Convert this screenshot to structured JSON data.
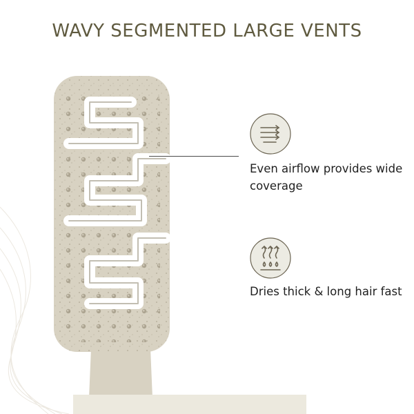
{
  "title": "WAVY SEGMENTED LARGE VENTS",
  "features": [
    {
      "icon": "airflow-arrows-icon",
      "text": "Even airflow provides wide coverage"
    },
    {
      "icon": "heat-waves-droplets-icon",
      "text": "Dries thick & long hair fast"
    }
  ],
  "colors": {
    "title": "#5f5a3f",
    "brush": "#d8d2c2",
    "icon_circle": "#ecebe3",
    "icon_stroke": "#6b6452",
    "text": "#1f1f1f"
  }
}
